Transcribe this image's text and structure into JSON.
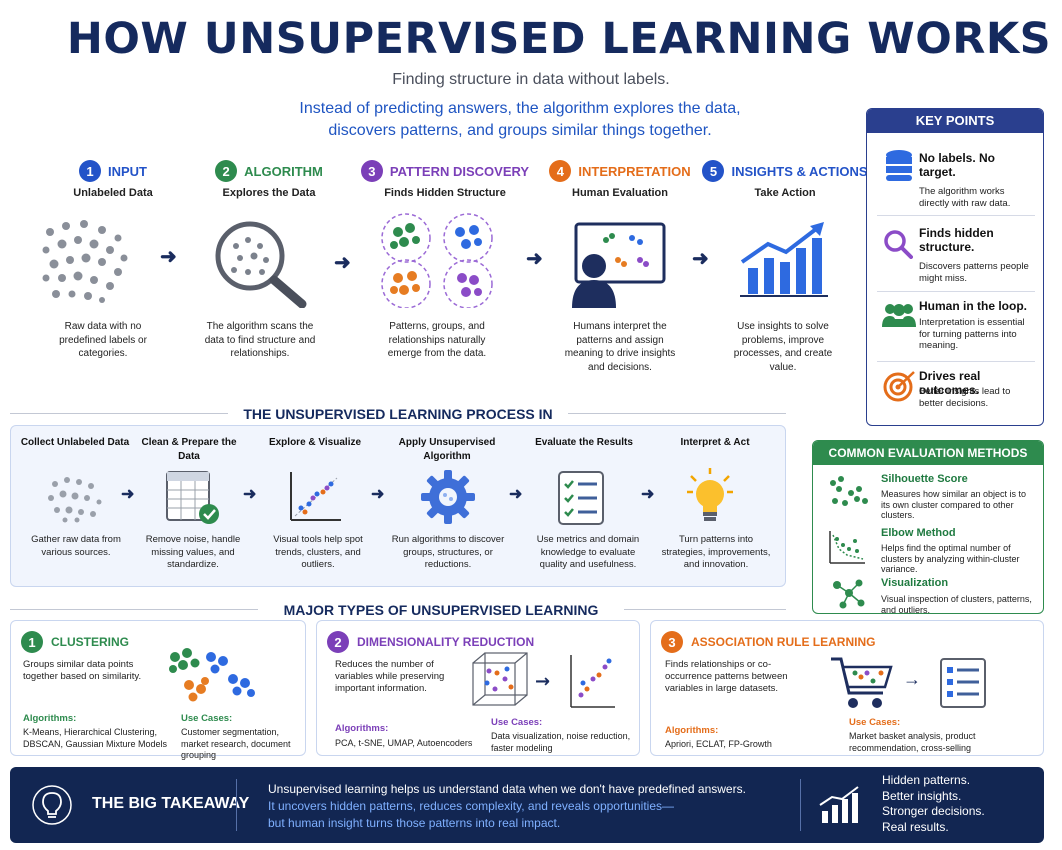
{
  "title": "HOW UNSUPERVISED LEARNING WORKS",
  "subtitle": "Finding structure in data without labels.",
  "intro": {
    "line1": "Instead of predicting answers, the algorithm explores the data,",
    "line2": "discovers patterns, and groups similar things together."
  },
  "steps": [
    {
      "num": "1",
      "title": "INPUT",
      "sub": "Unlabeled Data",
      "desc": "Raw data with no predefined labels or categories.",
      "color": "#2353c8"
    },
    {
      "num": "2",
      "title": "ALGORITHM",
      "sub": "Explores the Data",
      "desc": "The algorithm scans the data to find structure and relationships.",
      "color": "#2e8b4e"
    },
    {
      "num": "3",
      "title": "PATTERN DISCOVERY",
      "sub": "Finds Hidden Structure",
      "desc": "Patterns, groups, and relationships naturally emerge from the data.",
      "color": "#7b3fb8"
    },
    {
      "num": "4",
      "title": "INTERPRETATION",
      "sub": "Human Evaluation",
      "desc": "Humans interpret the patterns and assign meaning to drive insights and decisions.",
      "color": "#e46d1a"
    },
    {
      "num": "5",
      "title": "INSIGHTS & ACTIONS",
      "sub": "Take Action",
      "desc": "Use insights to solve problems, improve processes, and create value.",
      "color": "#2353c8"
    }
  ],
  "key_points": {
    "header": "KEY POINTS",
    "items": [
      {
        "title": "No labels. No target.",
        "desc": "The algorithm works directly with raw data.",
        "icon": "database-icon"
      },
      {
        "title": "Finds hidden structure.",
        "desc": "Discovers patterns people might miss.",
        "icon": "magnifier-icon"
      },
      {
        "title": "Human in the loop.",
        "desc": "Interpretation is essential for turning patterns into meaning.",
        "icon": "people-icon"
      },
      {
        "title": "Drives real outcomes.",
        "desc": "Better insights lead to better decisions.",
        "icon": "target-icon"
      }
    ]
  },
  "process": {
    "title": "THE UNSUPERVISED LEARNING PROCESS IN ACTION",
    "steps": [
      {
        "title": "Collect Unlabeled Data",
        "desc": "Gather raw data from various sources."
      },
      {
        "title": "Clean & Prepare the Data",
        "desc": "Remove noise, handle missing values, and standardize."
      },
      {
        "title": "Explore & Visualize",
        "desc": "Visual tools help spot trends, clusters, and outliers."
      },
      {
        "title": "Apply Unsupervised Algorithm",
        "desc": "Run algorithms to discover groups, structures, or reductions."
      },
      {
        "title": "Evaluate the Results",
        "desc": "Use metrics and domain knowledge to evaluate quality and usefulness."
      },
      {
        "title": "Interpret & Act",
        "desc": "Turn patterns into strategies, improvements, and innovation."
      }
    ]
  },
  "evaluation": {
    "header": "COMMON EVALUATION METHODS",
    "items": [
      {
        "title": "Silhouette Score",
        "desc": "Measures how similar an object is to its own cluster compared to other clusters."
      },
      {
        "title": "Elbow Method",
        "desc": "Helps find the optimal number of clusters by analyzing within-cluster variance."
      },
      {
        "title": "Visualization",
        "desc": "Visual inspection of clusters, patterns, and outliers."
      }
    ]
  },
  "types": {
    "title": "MAJOR TYPES OF UNSUPERVISED LEARNING",
    "items": [
      {
        "num": "1",
        "title": "CLUSTERING",
        "desc": "Groups similar data points together based on similarity.",
        "alg_label": "Algorithms:",
        "alg": "K-Means, Hierarchical Clustering, DBSCAN, Gaussian Mixture Models",
        "use_label": "Use Cases:",
        "use": "Customer segmentation, market research, document grouping",
        "color": "#2e8b4e"
      },
      {
        "num": "2",
        "title": "DIMENSIONALITY REDUCTION",
        "desc": "Reduces the number of variables while preserving important information.",
        "alg_label": "Algorithms:",
        "alg": "PCA, t-SNE, UMAP, Autoencoders",
        "use_label": "Use Cases:",
        "use": "Data visualization, noise reduction, faster modeling",
        "color": "#7b3fb8"
      },
      {
        "num": "3",
        "title": "ASSOCIATION RULE LEARNING",
        "desc": "Finds relationships or co-occurrence patterns between variables in large datasets.",
        "alg_label": "Algorithms:",
        "alg": "Apriori, ECLAT, FP-Growth",
        "use_label": "Use Cases:",
        "use": "Market basket analysis, product recommendation, cross-selling",
        "color": "#e46d1a"
      }
    ]
  },
  "takeaway": {
    "label": "THE BIG TAKEAWAY",
    "line1": "Unsupervised learning helps us understand data when we don't have predefined answers.",
    "line2": "It uncovers hidden patterns, reduces complexity, and reveals opportunities—",
    "line3": "but human insight turns those patterns into real impact.",
    "results": [
      "Hidden patterns.",
      "Better insights.",
      "Stronger decisions.",
      "Real results."
    ]
  }
}
